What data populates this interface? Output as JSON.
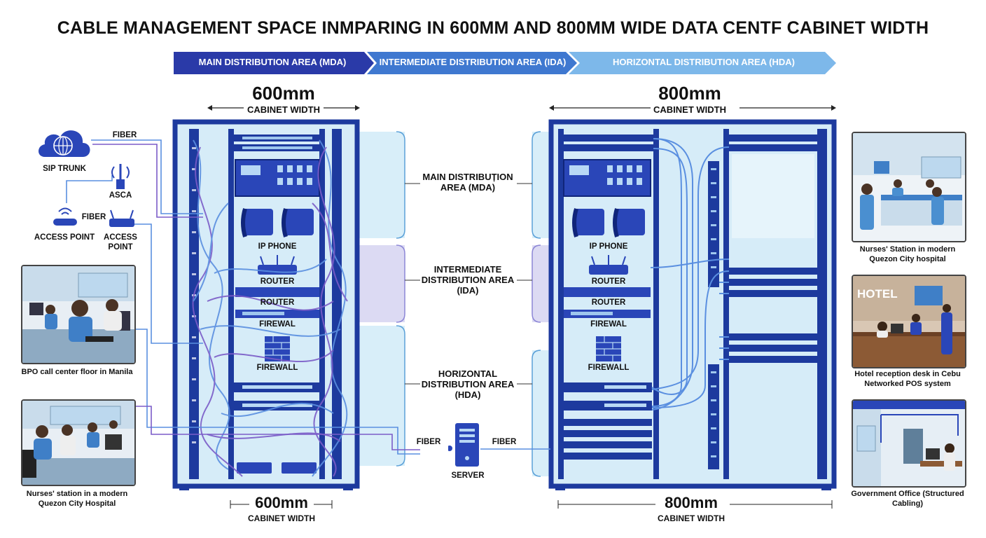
{
  "title": "CABLE MANAGEMENT SPACE INMPARING IN 600MM AND 800MM WIDE DATA CENTF CABINET WIDTH",
  "areas_banner": [
    {
      "label": "MAIN DISTRIBUTION AREA (MDA)",
      "color": "#2a3aa8"
    },
    {
      "label": "INTERMEDIATE DISTRIBUTION AREA (IDA)",
      "color": "#3f78d0"
    },
    {
      "label": "HORIZONTAL DISTRIBUTION AREA (HDA)",
      "color": "#6fb0e8"
    }
  ],
  "left_cabinet": {
    "top_size": "600mm",
    "top_caption": "CABINET WIDTH",
    "bottom_size": "600mm",
    "bottom_caption": "CABINET WIDTH",
    "labels": {
      "ip_phone": "IP PHONE",
      "router1": "ROUTER",
      "router2": "ROUTER",
      "firewall1": "FIREWAL",
      "firewall2": "FIREWALL"
    }
  },
  "right_cabinet": {
    "top_size": "800mm",
    "top_caption": "CABINET WIDTH",
    "bottom_size": "800mm",
    "bottom_caption": "CABINET WIDTH",
    "labels": {
      "ip_phone": "IP PHONE",
      "router1": "ROUTER",
      "router2": "ROUTER",
      "firewall1": "FIREWAL",
      "firewall2": "FIREWALL"
    }
  },
  "zones": {
    "mda": "MAIN DISTRIBUȚION AREA (MDA)",
    "ida": "INTERMEDIATE DISTRIBUTION AREA (IDA)",
    "hda": "HORIZONTAL DISTRIBUTION AREA (HDA)"
  },
  "left_network": {
    "fiber_top": "FIBER",
    "sip_trunk": "SIP TRUNK",
    "asca": "ASCA",
    "fiber_mid": "FIBER",
    "access_point_1": "ACCESS POINT",
    "access_point_2": "ACCESS POINT",
    "bpo_caption": "BPO call center floor in Manila",
    "nurses_caption": "Nurses' station in a modern Quezon City Hospital"
  },
  "server": {
    "label": "SERVER",
    "fiber_left": "FIBER",
    "fiber_right": "FIBER"
  },
  "right_photos": {
    "hospital_caption": "Nurses' Station in modern Quezon City hospital",
    "hotel_sign": "HOTEL",
    "hotel_caption": "Hotel reception desk in Cebu Networked POS system",
    "gov_caption": "Government Office (Structured Cabling)"
  },
  "colors": {
    "cabinet": "#1d3a9e",
    "cable_blue": "#5a8fe0",
    "cable_purple": "#7b5cc8",
    "panel_fill": "#d6ecf8"
  }
}
